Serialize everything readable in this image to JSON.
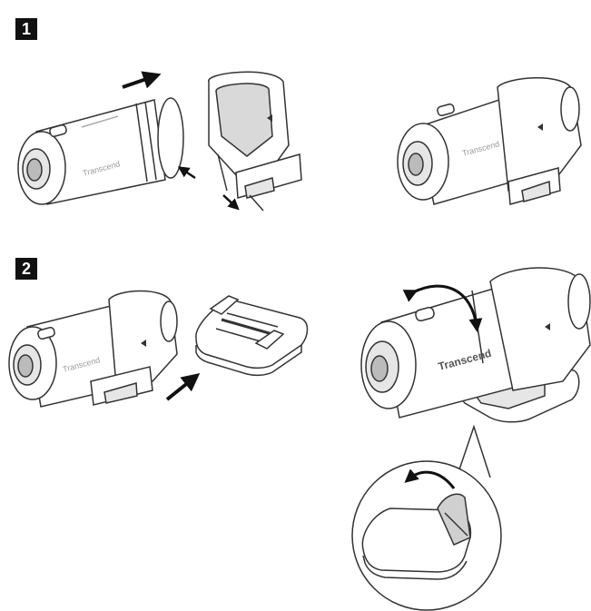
{
  "steps": [
    {
      "number": "1",
      "badge_icon": "step-number-badge"
    },
    {
      "number": "2",
      "badge_icon": "step-number-badge"
    }
  ],
  "brand_label": "Transcend",
  "colors": {
    "line": "#333333",
    "fill": "#ffffff",
    "shade": "#d9d9d9",
    "arrow": "#111111"
  }
}
